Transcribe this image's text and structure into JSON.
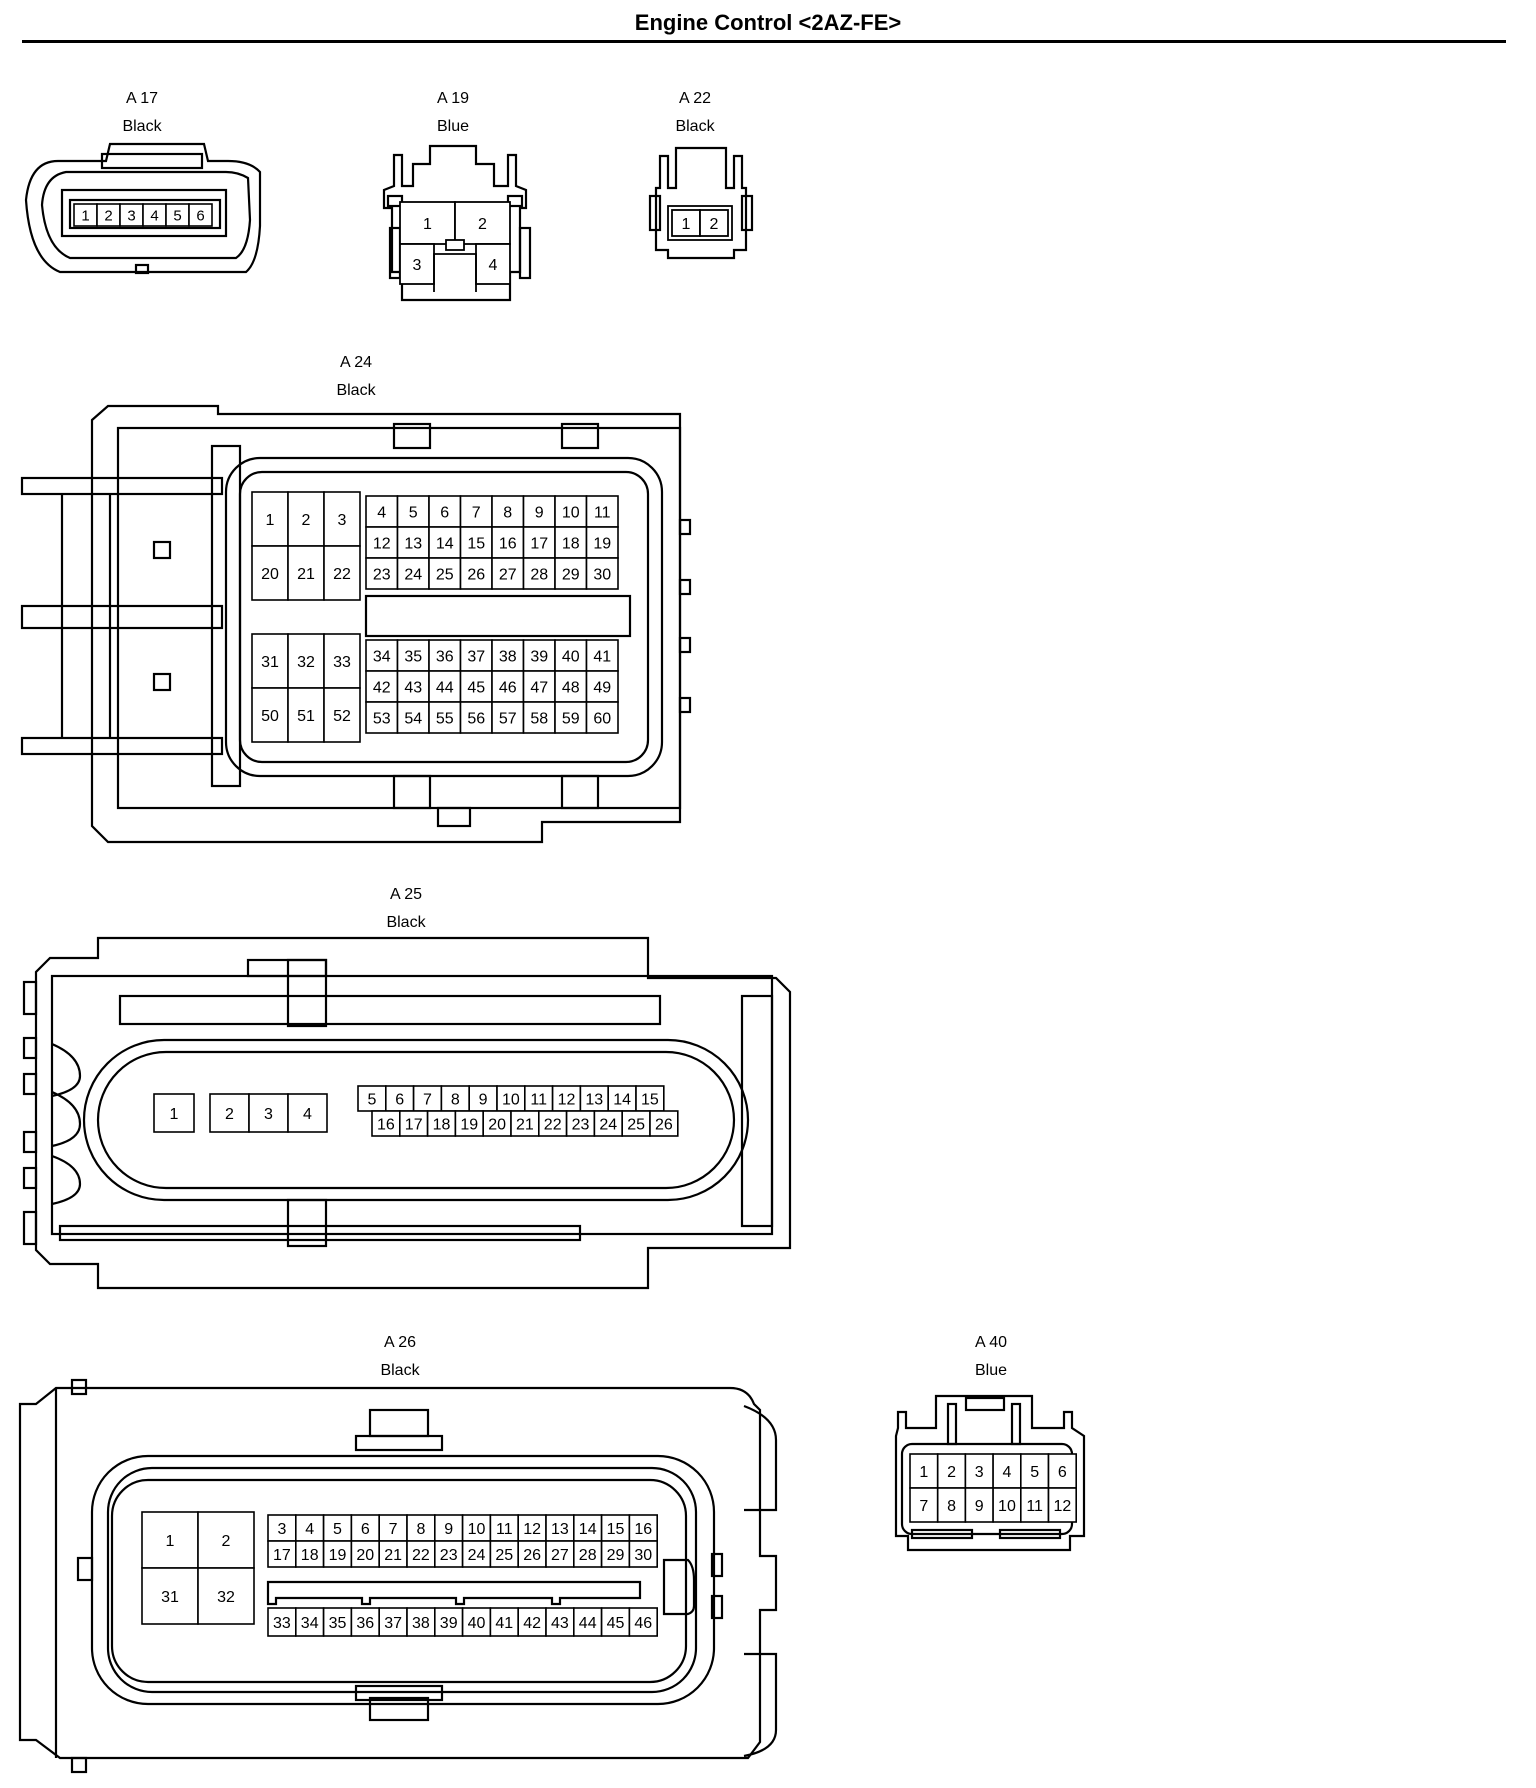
{
  "title": "Engine Control <2AZ-FE>",
  "connectors": {
    "a17": {
      "id": "A 17",
      "color": "Black",
      "pins": [
        "1",
        "2",
        "3",
        "4",
        "5",
        "6"
      ]
    },
    "a19": {
      "id": "A 19",
      "color": "Blue",
      "pins": [
        "1",
        "2",
        "3",
        "4"
      ]
    },
    "a22": {
      "id": "A 22",
      "color": "Black",
      "pins": [
        "1",
        "2"
      ]
    },
    "a24": {
      "id": "A 24",
      "color": "Black",
      "left_top": [
        "1",
        "2",
        "3",
        "20",
        "21",
        "22"
      ],
      "right_top": [
        "4",
        "5",
        "6",
        "7",
        "8",
        "9",
        "10",
        "11",
        "12",
        "13",
        "14",
        "15",
        "16",
        "17",
        "18",
        "19",
        "23",
        "24",
        "25",
        "26",
        "27",
        "28",
        "29",
        "30"
      ],
      "left_bottom": [
        "31",
        "32",
        "33",
        "50",
        "51",
        "52"
      ],
      "right_bottom": [
        "34",
        "35",
        "36",
        "37",
        "38",
        "39",
        "40",
        "41",
        "42",
        "43",
        "44",
        "45",
        "46",
        "47",
        "48",
        "49",
        "53",
        "54",
        "55",
        "56",
        "57",
        "58",
        "59",
        "60"
      ]
    },
    "a25": {
      "id": "A 25",
      "color": "Black",
      "single": [
        "1"
      ],
      "triple": [
        "2",
        "3",
        "4"
      ],
      "row1": [
        "5",
        "6",
        "7",
        "8",
        "9",
        "10",
        "11",
        "12",
        "13",
        "14",
        "15"
      ],
      "row2": [
        "16",
        "17",
        "18",
        "19",
        "20",
        "21",
        "22",
        "23",
        "24",
        "25",
        "26"
      ]
    },
    "a26": {
      "id": "A 26",
      "color": "Black",
      "big": [
        "1",
        "2",
        "31",
        "32"
      ],
      "row1": [
        "3",
        "4",
        "5",
        "6",
        "7",
        "8",
        "9",
        "10",
        "11",
        "12",
        "13",
        "14",
        "15",
        "16"
      ],
      "row2": [
        "17",
        "18",
        "19",
        "20",
        "21",
        "22",
        "23",
        "24",
        "25",
        "26",
        "27",
        "28",
        "29",
        "30"
      ],
      "row3": [
        "33",
        "34",
        "35",
        "36",
        "37",
        "38",
        "39",
        "40",
        "41",
        "42",
        "43",
        "44",
        "45",
        "46"
      ]
    },
    "a40": {
      "id": "A 40",
      "color": "Blue",
      "row1": [
        "1",
        "2",
        "3",
        "4",
        "5",
        "6"
      ],
      "row2": [
        "7",
        "8",
        "9",
        "10",
        "11",
        "12"
      ]
    }
  }
}
